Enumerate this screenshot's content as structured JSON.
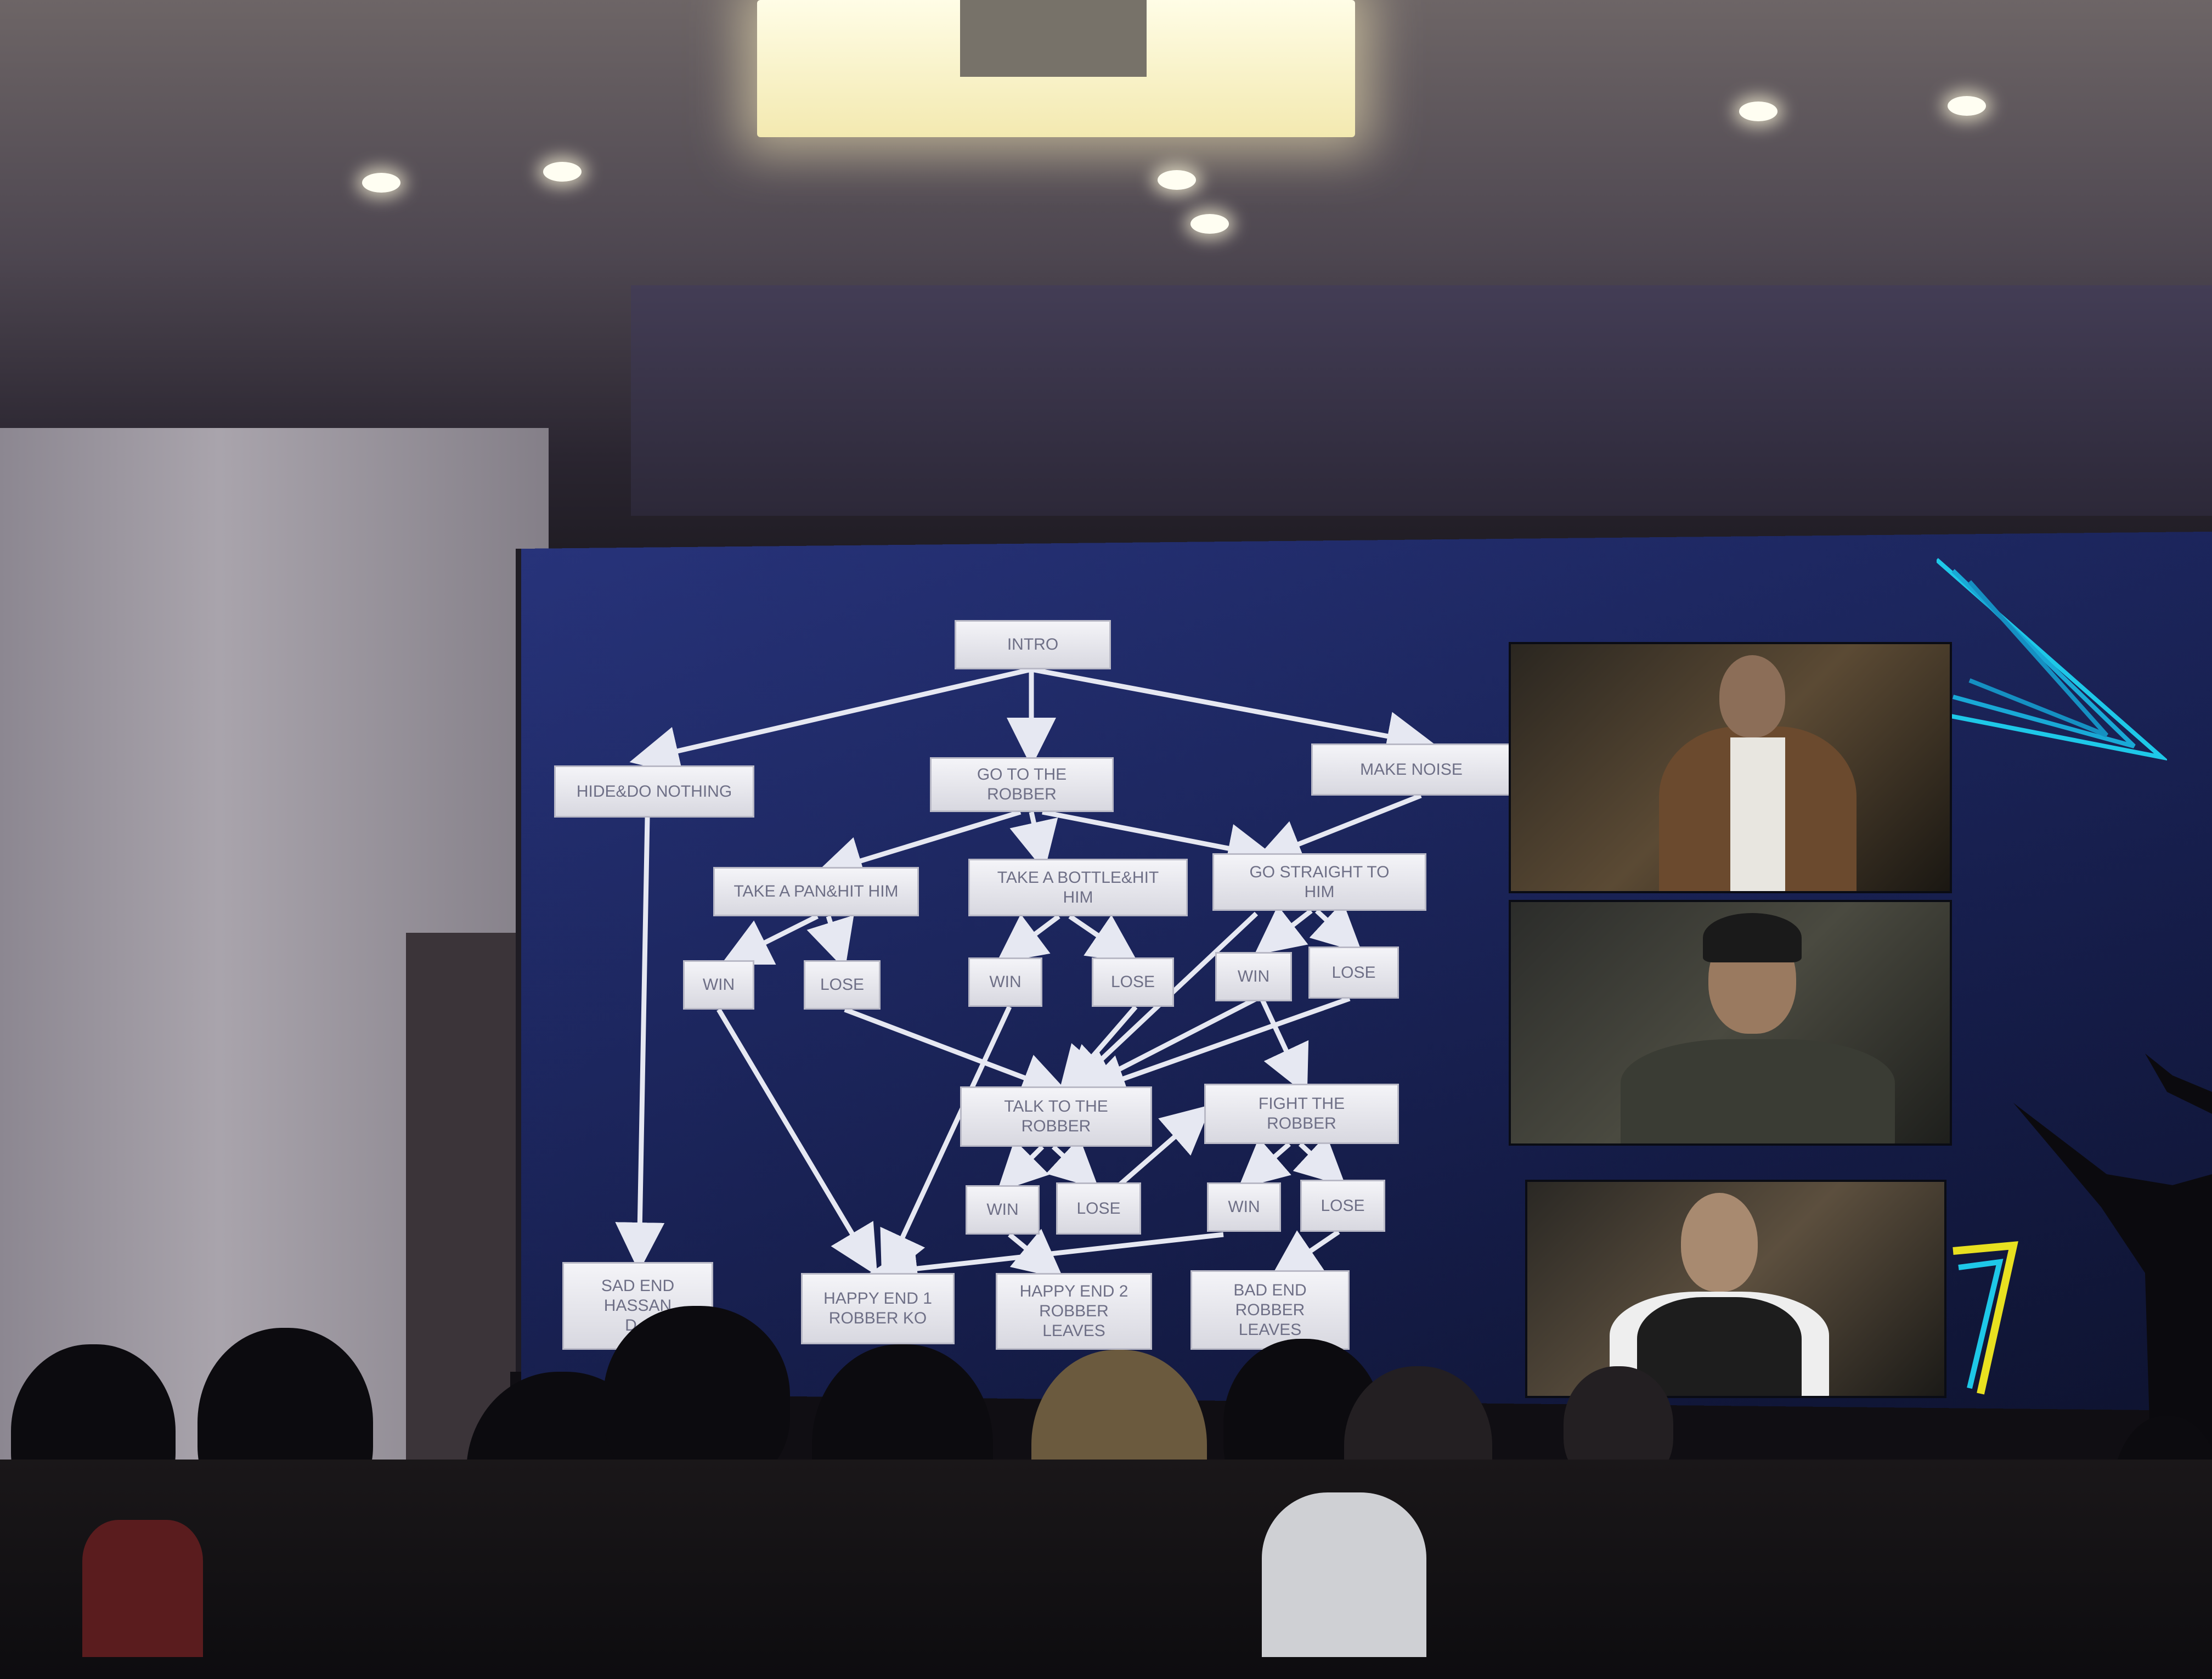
{
  "slide": {
    "nodes": {
      "intro": "INTRO",
      "hide": "HIDE&DO NOTHING",
      "go_to_robber": "GO TO THE\nROBBER",
      "make_noise": "MAKE NOISE",
      "take_pan": "TAKE A PAN&HIT HIM",
      "take_bottle": "TAKE A BOTTLE&HIT\nHIM",
      "go_straight": "GO STRAIGHT TO\nHIM",
      "pan_win": "WIN",
      "pan_lose": "LOSE",
      "bottle_win": "WIN",
      "bottle_lose": "LOSE",
      "straight_win": "WIN",
      "straight_lose": "LOSE",
      "talk": "TALK TO THE\nROBBER",
      "fight": "FIGHT THE\nROBBER",
      "talk_win": "WIN",
      "talk_lose": "LOSE",
      "fight_win": "WIN",
      "fight_lose": "LOSE",
      "sad_end": "SAD END\nHASSAN\nD...",
      "happy_end_1": "HAPPY END 1\nROBBER KO",
      "happy_end_2": "HAPPY END 2\nROBBER\nLEAVES",
      "bad_end": "BAD END\nROBBER\nLEAVES"
    }
  },
  "colors": {
    "slide_bg": "#1d2760",
    "node_bg": "#e8e8ee",
    "node_text": "#6e6f86",
    "arrow": "#e6e8f2",
    "accent_cyan": "#1ec8e8",
    "accent_yellow": "#e8e020"
  }
}
